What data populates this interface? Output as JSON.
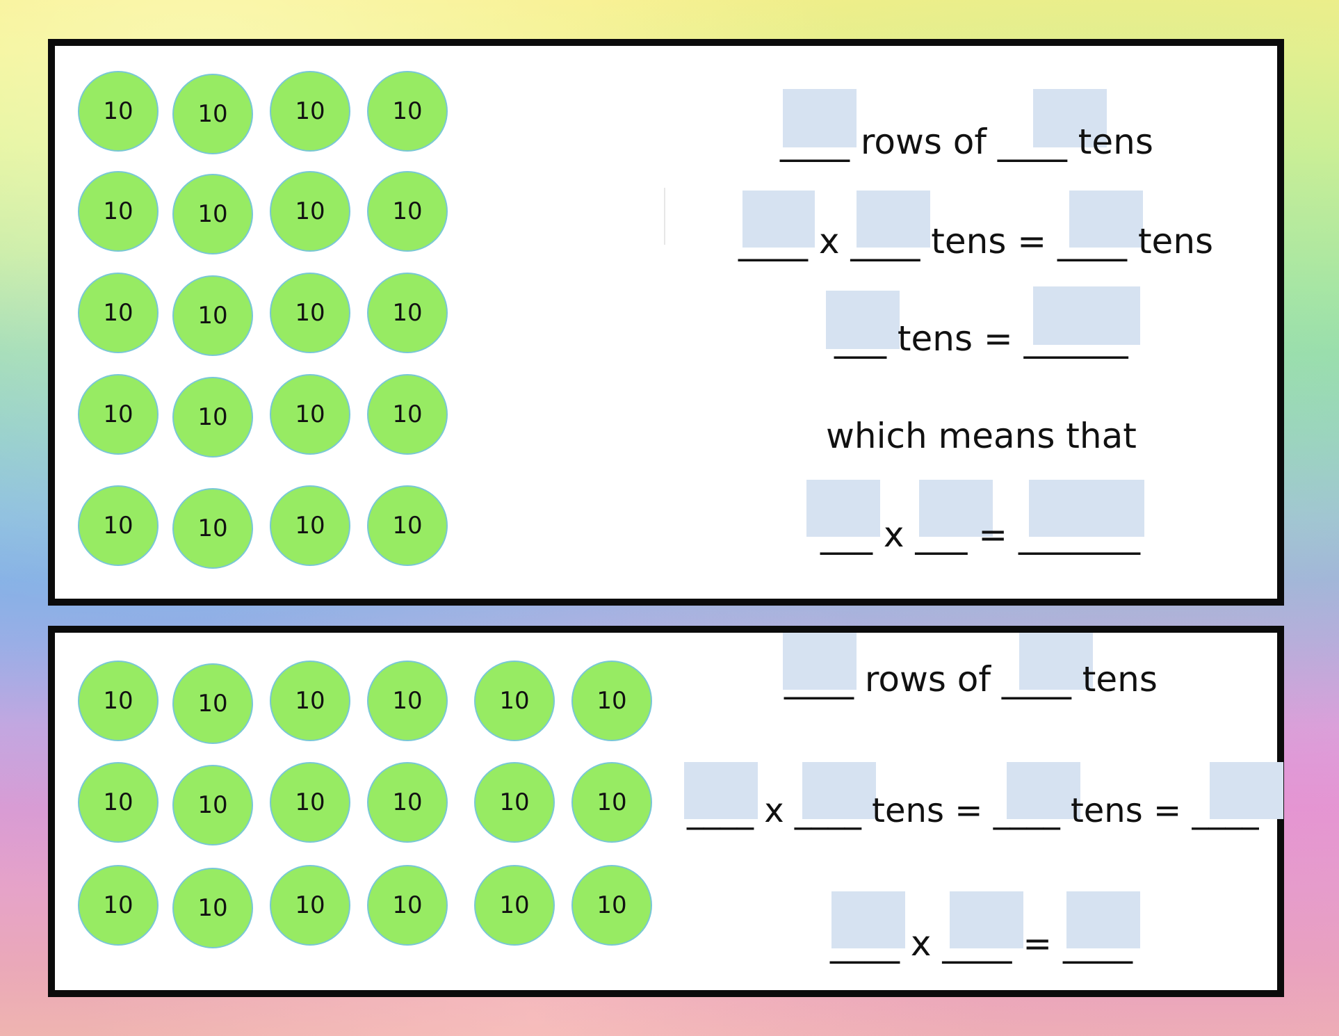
{
  "dot_label": "10",
  "card1": {
    "rows": 5,
    "cols": 4,
    "line1": "____ rows of ____ tens",
    "line2": "____ x ____ tens = ____ tens",
    "line3": "___ tens = ______",
    "line4": "which means that",
    "line5": "___ x ___ = _______"
  },
  "card2": {
    "rows": 3,
    "cols": 6,
    "line1": "____ rows of ____ tens",
    "line2": "____ x ____ tens = ____ tens = ____",
    "line3": "____ x ____ = ____"
  },
  "colors": {
    "dot_fill": "#97eb63",
    "answer_box": "#d6e2f1",
    "card_border": "#0b0b0b"
  }
}
